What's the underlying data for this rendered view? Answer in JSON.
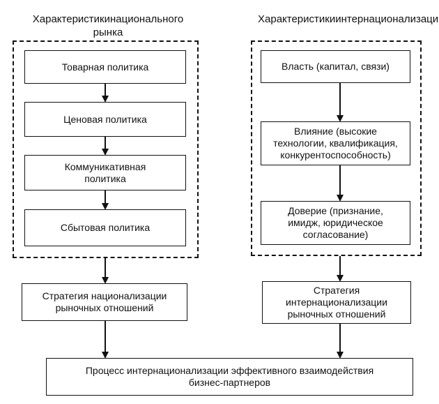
{
  "left": {
    "heading": "Характеристики\nнационального рынка",
    "boxes": [
      "Товарная политика",
      "Ценовая политика",
      "Коммуникативная\nполитика",
      "Сбытовая политика"
    ],
    "strategy": "Стратегия национализации\nрыночных отношений"
  },
  "right": {
    "heading": "Характеристики\nинтернационализации",
    "boxes": [
      "Власть (капитал, связи)",
      "Влияние (высокие\nтехнологии, квалификация,\nконкурентоспособность)",
      "Доверие (признание,\nимидж, юридическое\nсогласование)"
    ],
    "strategy": "Стратегия\nинтернационализации\nрыночных отношений"
  },
  "result": "Процесс интернационализации эффективного взаимодействия\nбизнес-партнеров"
}
